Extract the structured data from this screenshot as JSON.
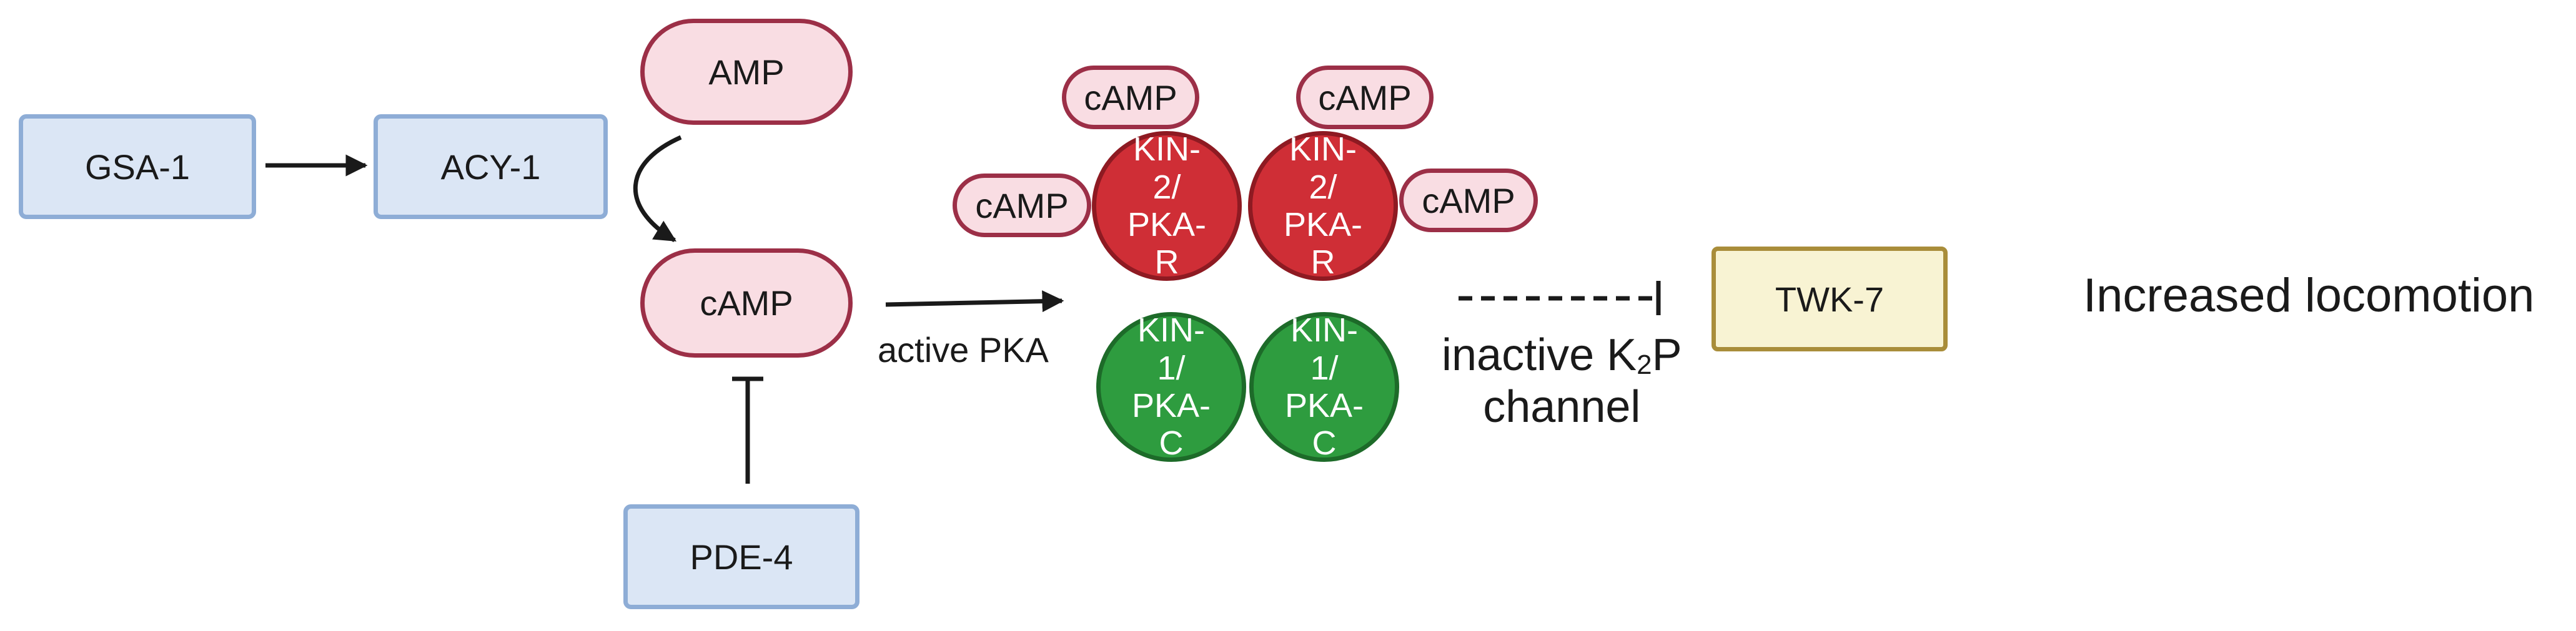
{
  "nodes": {
    "gsa1": "GSA-1",
    "acy1": "ACY-1",
    "amp": "AMP",
    "camp_main": "cAMP",
    "pde4": "PDE-4",
    "camp_top_left": "cAMP",
    "camp_top_right": "cAMP",
    "camp_left": "cAMP",
    "camp_right": "cAMP",
    "kin2_left": "KIN-2/ PKA-R",
    "kin2_right": "KIN-2/ PKA-R",
    "kin1_left": "KIN-1/ PKA-C",
    "kin1_right": "KIN-1/ PKA-C",
    "twk7": "TWK-7"
  },
  "labels": {
    "active_pka": "active PKA",
    "inactive_prefix": "inactive K",
    "inactive_sub": "2",
    "inactive_suffix": "P",
    "channel": "channel",
    "outcome": "Increased locomotion"
  },
  "colors": {
    "blue_fill": "#dbe6f5",
    "blue_border": "#8eadd6",
    "pink_fill": "#f9dde3",
    "pink_border": "#9c2f47",
    "red": "#cf2e36",
    "green": "#2e9c3f",
    "yellow_fill": "#f8f3d3",
    "yellow_border": "#a98d3a",
    "arrow": "#1a1a1a"
  }
}
